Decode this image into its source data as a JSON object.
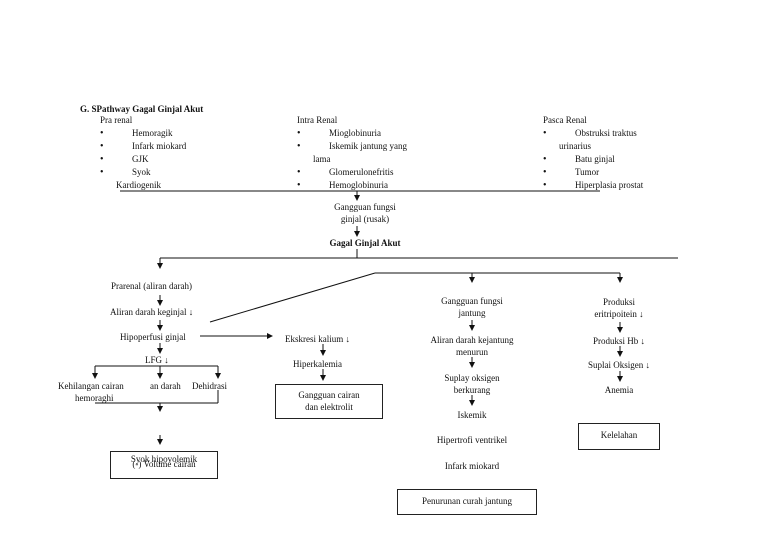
{
  "heading": "G.  SPathway Gagal Ginjal Akut",
  "causes": {
    "pre": {
      "title": "Pra renal",
      "items": [
        "Hemoragik",
        "Infark miokard",
        "GJK",
        "Syok"
      ],
      "continuation": "Kardiogenik"
    },
    "intra": {
      "title": "Intra Renal",
      "items": [
        "Mioglobinuria",
        "Iskemik jantung yang",
        "Glomerulonefritis",
        "Hemoglobinuria"
      ],
      "wrap": "lama"
    },
    "post": {
      "title": "Pasca Renal",
      "items": [
        "Obstruksi traktus",
        "Batu ginjal",
        "Tumor",
        "Hiperplasia prostat"
      ],
      "wrap": "urinarius"
    }
  },
  "center": {
    "damage": [
      "Gangguan fungsi",
      "ginjal (rusak)"
    ],
    "main": "Gagal Ginjal Akut"
  },
  "col1": {
    "prerenal": "Prarenal (aliran darah)",
    "blood_flow": "Aliran darah keginjal ↓",
    "hypoperfusion": "Hipoperfusi ginjal",
    "lfg": "LFG ↓",
    "fluid_loss_a": "Kehilangan cairan",
    "fluid_loss_b": "an darah",
    "fluid_loss_c": "hemoraghi",
    "dehydration": "Dehidrasi",
    "shock_a": "Syok hipovolemik",
    "shock_b": "(-) Volume cairan"
  },
  "col2": {
    "excretion": "Ekskresi kalium ↓",
    "hyperkalemia": "Hiperkalemia",
    "box": [
      "Gangguan cairan",
      "dan elektrolit"
    ]
  },
  "col3": {
    "heart_disorder": [
      "Gangguan fungsi",
      "jantung"
    ],
    "blood_to_heart": [
      "Aliran darah kejantung",
      "menurun"
    ],
    "oxygen_supply": [
      "Suplay oksigen",
      "berkurang"
    ],
    "ischemia": "Iskemik",
    "hypertrophy": "Hipertrofi ventrikel",
    "infarction": "Infark miokard",
    "box": "Penurunan curah jantung"
  },
  "col4": {
    "erythropoietin": [
      "Produksi",
      "eritripoitein ↓"
    ],
    "hb": "Produksi Hb ↓",
    "oxygen": "Suplai Oksigen ↓",
    "anemia": "Anemia",
    "box": "Kelelahan"
  }
}
